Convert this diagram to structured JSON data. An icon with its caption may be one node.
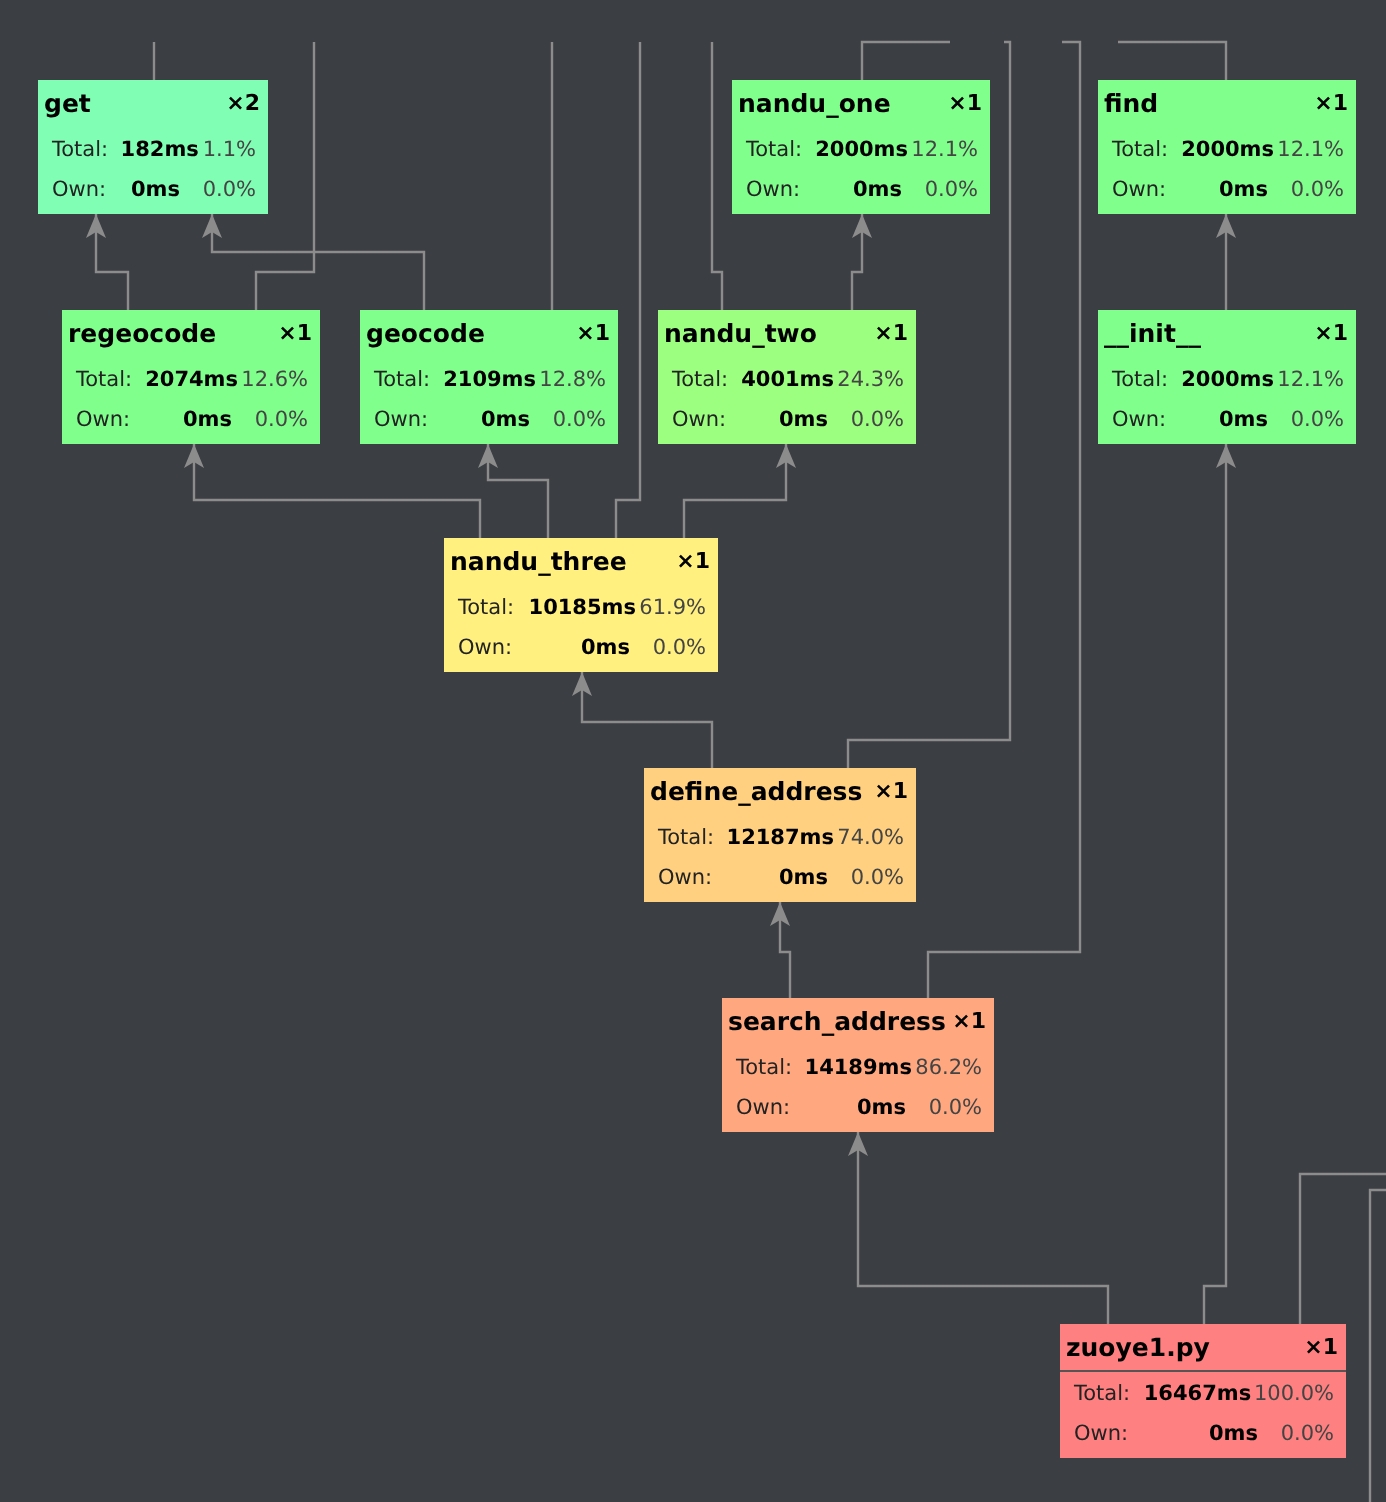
{
  "diagram": {
    "nodes": [
      {
        "text": [
          "get",
          "×2",
          "Total:",
          "182ms",
          "1.1%",
          "Own:",
          "0ms",
          "0.0%"
        ]
      },
      {
        "text": [
          "nandu_one",
          "×1",
          "Total:",
          "2000ms",
          "12.1%",
          "Own:",
          "0ms",
          "0.0%"
        ]
      },
      {
        "text": [
          "find",
          "×1",
          "Total:",
          "2000ms",
          "12.1%",
          "Own:",
          "0ms",
          "0.0%"
        ]
      },
      {
        "text": [
          "regeocode",
          "×1",
          "Total:",
          "2074ms",
          "12.6%",
          "Own:",
          "0ms",
          "0.0%"
        ]
      },
      {
        "text": [
          "geocode",
          "×1",
          "Total:",
          "2109ms",
          "12.8%",
          "Own:",
          "0ms",
          "0.0%"
        ]
      },
      {
        "text": [
          "nandu_two",
          "×1",
          "Total:",
          "4001ms",
          "24.3%",
          "Own:",
          "0ms",
          "0.0%"
        ]
      },
      {
        "text": [
          "__init__",
          "×1",
          "Total:",
          "2000ms",
          "12.1%",
          "Own:",
          "0ms",
          "0.0%"
        ]
      },
      {
        "text": [
          "nandu_three",
          "×1",
          "Total:",
          "10185ms",
          "61.9%",
          "Own:",
          "0ms",
          "0.0%"
        ]
      },
      {
        "text": [
          "define_address",
          "×1",
          "Total:",
          "12187ms",
          "74.0%",
          "Own:",
          "0ms",
          "0.0%"
        ]
      },
      {
        "text": [
          "search_address",
          "×1",
          "Total:",
          "14189ms",
          "86.2%",
          "Own:",
          "0ms",
          "0.0%"
        ]
      },
      {
        "text": [
          "zuoye1.py",
          "×1",
          "Total:",
          "16467ms",
          "100.0%",
          "Own:",
          "0ms",
          "0.0%"
        ]
      }
    ],
    "edges": [
      {
        "from": 3,
        "to": 0,
        "arrow": "to"
      },
      {
        "from": 4,
        "to": 0,
        "arrow": "to"
      },
      {
        "from": 5,
        "to": 1,
        "arrow": "to"
      },
      {
        "from": 6,
        "to": 2,
        "arrow": "to"
      },
      {
        "from": 7,
        "to": 3,
        "arrow": "to"
      },
      {
        "from": 7,
        "to": 4,
        "arrow": "to"
      },
      {
        "from": 7,
        "to": 5,
        "arrow": "to"
      },
      {
        "from": 8,
        "to": 7,
        "arrow": "to"
      },
      {
        "from": 9,
        "to": 8,
        "arrow": "to"
      },
      {
        "from": 10,
        "to": 9,
        "arrow": "to"
      },
      {
        "from": 10,
        "to": 6,
        "arrow": "to"
      },
      {
        "from": 0,
        "to": null,
        "arrow": "none"
      },
      {
        "from": 3,
        "to": null,
        "arrow": "none"
      },
      {
        "from": 4,
        "to": null,
        "arrow": "none"
      },
      {
        "from": 7,
        "to": null,
        "arrow": "none"
      },
      {
        "from": 5,
        "to": null,
        "arrow": "none"
      },
      {
        "from": 1,
        "to": null,
        "arrow": "none"
      },
      {
        "from": 8,
        "to": null,
        "arrow": "none"
      },
      {
        "from": 9,
        "to": null,
        "arrow": "none"
      },
      {
        "from": 2,
        "to": null,
        "arrow": "none"
      },
      {
        "from": 10,
        "to": null,
        "arrow": "none"
      }
    ]
  }
}
